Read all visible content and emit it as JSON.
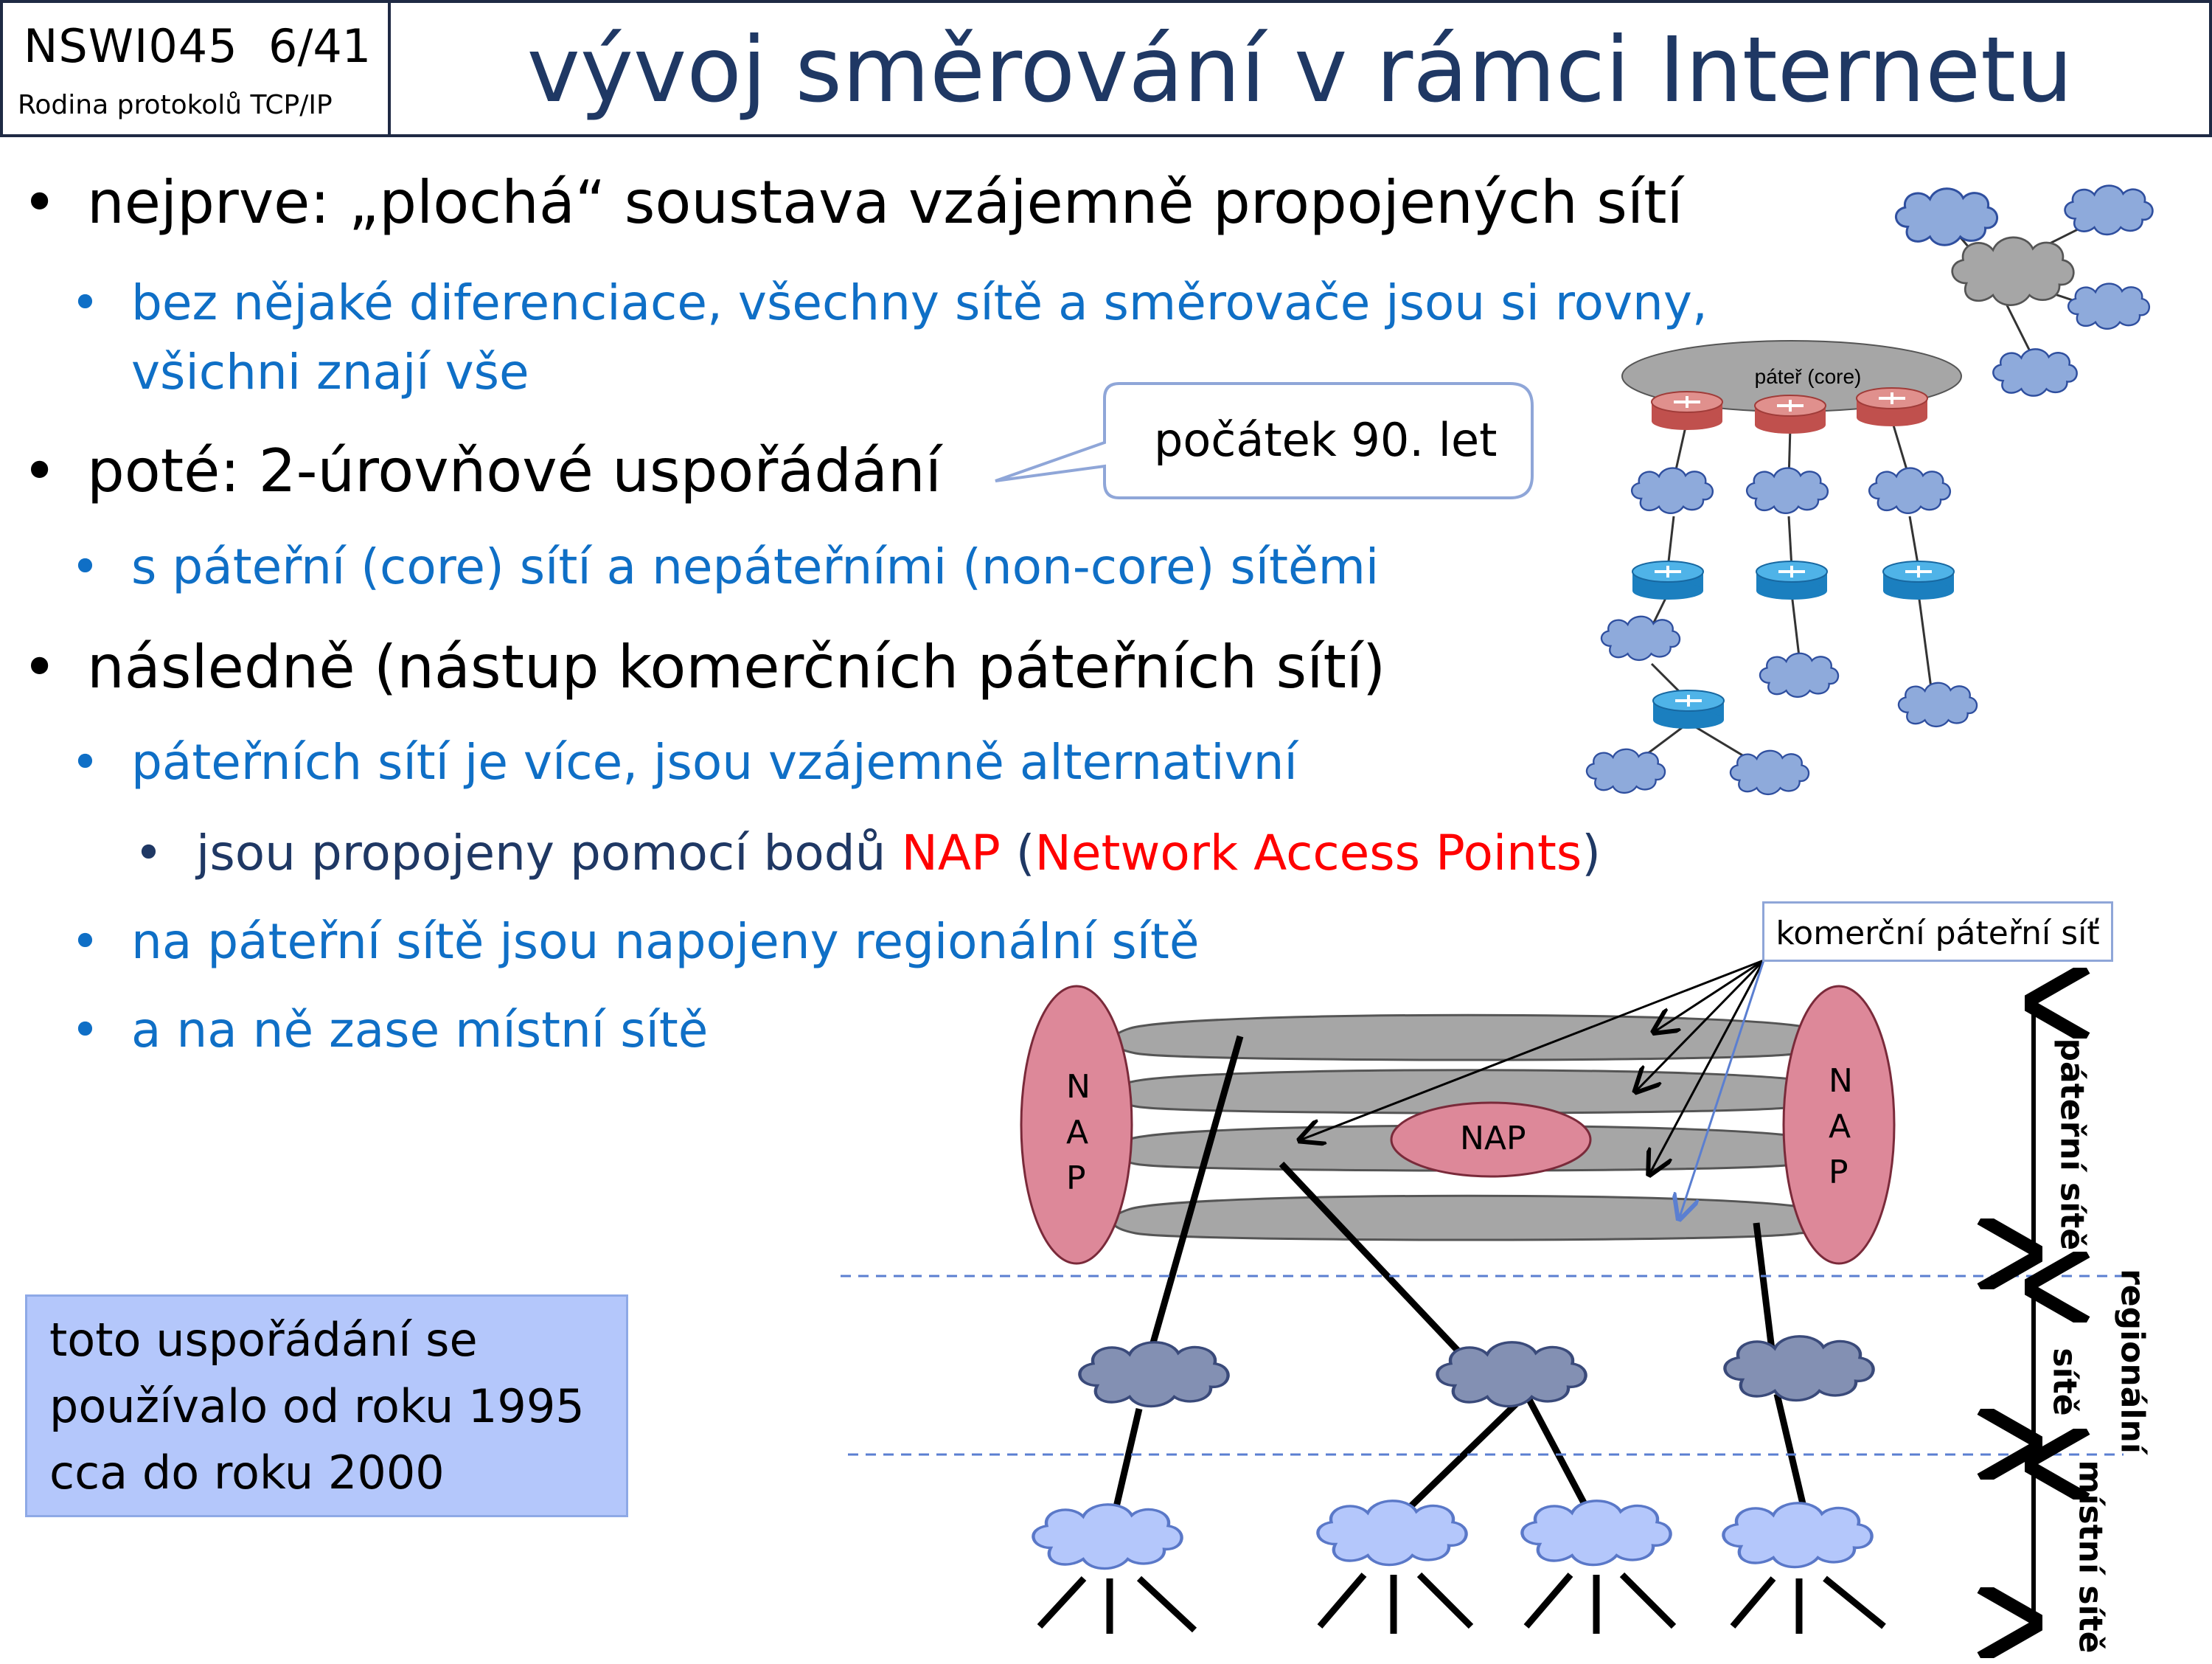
{
  "header": {
    "course_code": "NSWI045",
    "slide_number": "6/41",
    "course_name": "Rodina protokolů TCP/IP",
    "title": "vývoj směrování v rámci Internetu"
  },
  "bullets": {
    "b1": "nejprve: „plochá“ soustava vzájemně propojených sítí",
    "b1_1a": "bez nějaké diferenciace, všechny sítě a směrovače jsou si rovny,",
    "b1_1b": "všichni znají vše",
    "b2": "poté: 2-úrovňové uspořádání",
    "b2_1": "s páteřní (core) sítí a nepáteřními (non-core) sítěmi",
    "b3": "následně (nástup komerčních páteřních sítí)",
    "b3_1": "páteřních sítí je více, jsou vzájemně alternativní",
    "b3_1_1_pre": "jsou propojeny pomocí bodů ",
    "b3_1_1_nap": "NAP",
    "b3_1_1_paren_open": " (",
    "b3_1_1_full": "Network Access Points",
    "b3_1_1_paren_close": ")",
    "b3_2": "na páteřní sítě jsou napojeny regionální sítě",
    "b3_3": "a na ně zase místní sítě"
  },
  "callout": "počátek 90. let",
  "core_diagram_label": "páteř (core)",
  "komercni_label": "komerční páteřní síť",
  "nap_center": "NAP",
  "nap_left": [
    "N",
    "A",
    "P"
  ],
  "nap_right": [
    "N",
    "A",
    "P"
  ],
  "side_labels": {
    "backbone": "páteřní sítě",
    "regional_1": "regionální",
    "regional_2": "sítě",
    "local": "místní  sítě"
  },
  "note": {
    "line1": "toto uspořádání se",
    "line2": "používalo od roku 1995",
    "line3": "cca do roku 2000"
  },
  "colors": {
    "title": "#1f3864",
    "level2": "#0f6fc6",
    "level3": "#1f3864",
    "accent_red": "#ff0000",
    "cloud_blue": "#8eaadb",
    "cloud_gray": "#a6a6a6",
    "router_red": "#c0504d",
    "router_blue": "#1f8ac9",
    "nap_fill": "#dd8899",
    "note_bg": "#b4c7fb"
  }
}
